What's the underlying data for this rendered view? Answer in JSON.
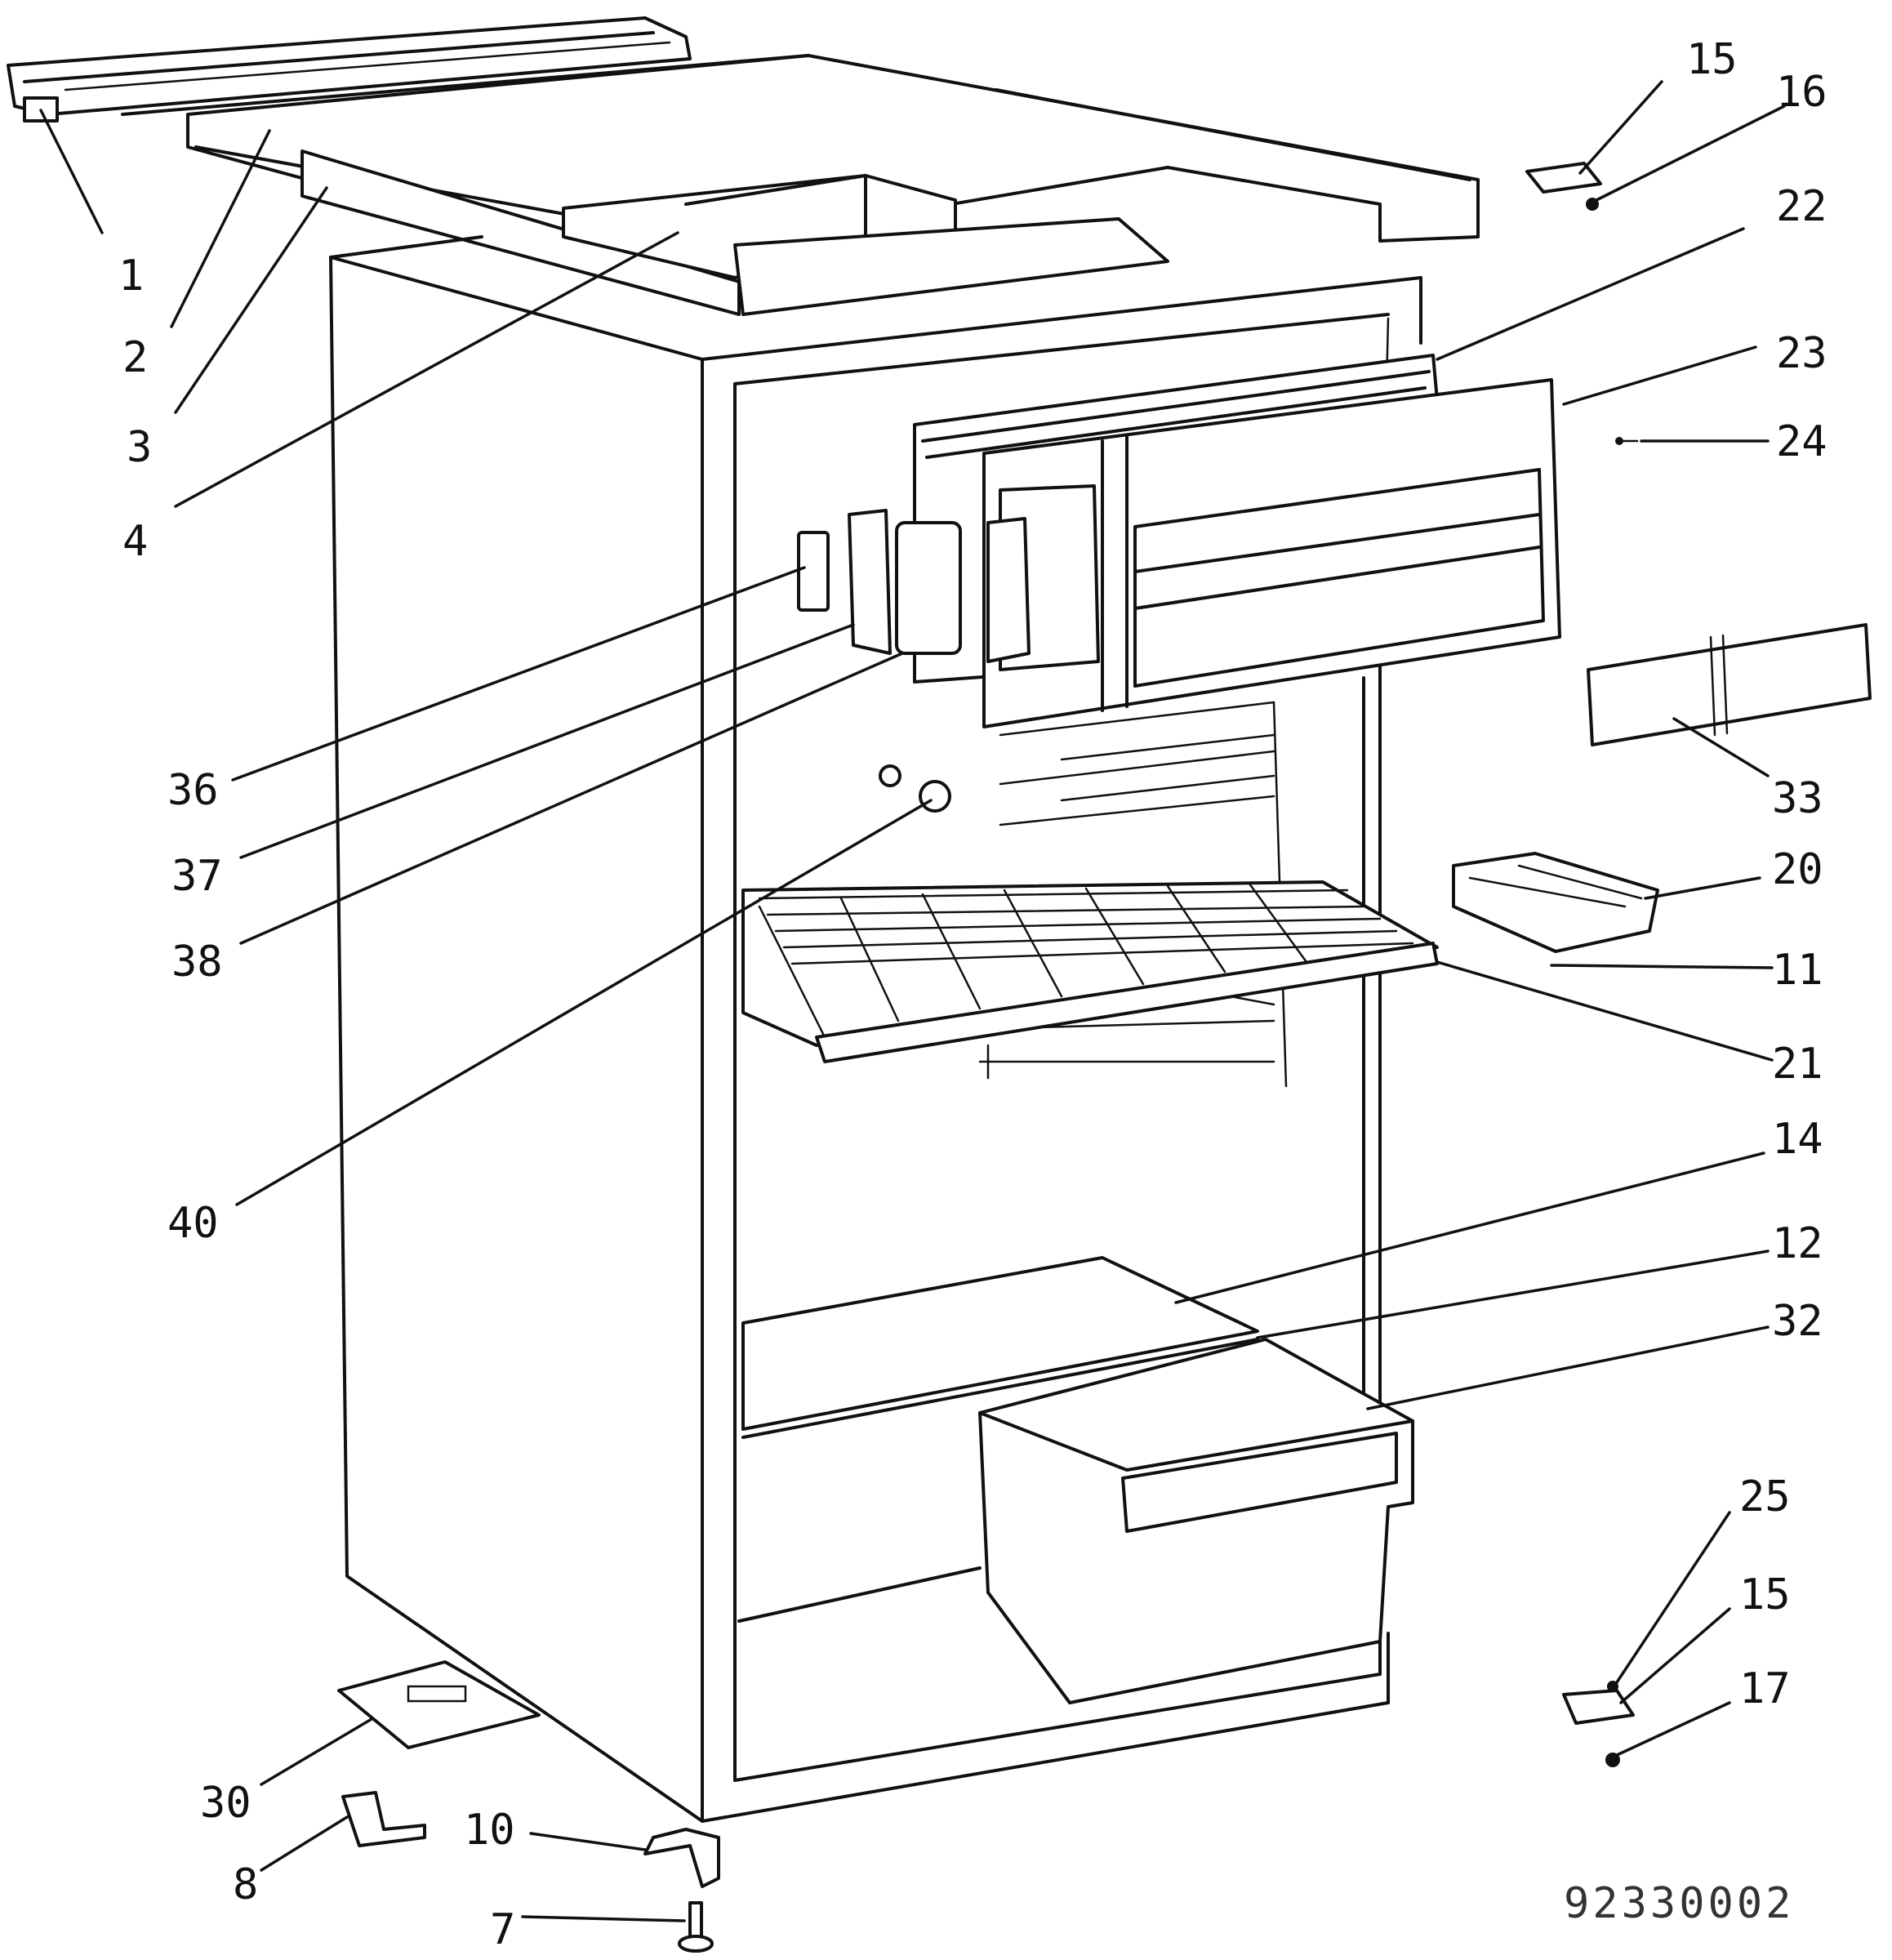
{
  "diagram": {
    "drawing_number": "92330002",
    "callouts": [
      {
        "id": "callout-1",
        "number": "1"
      },
      {
        "id": "callout-2",
        "number": "2"
      },
      {
        "id": "callout-3",
        "number": "3"
      },
      {
        "id": "callout-4",
        "number": "4"
      },
      {
        "id": "callout-15a",
        "number": "15"
      },
      {
        "id": "callout-16",
        "number": "16"
      },
      {
        "id": "callout-22",
        "number": "22"
      },
      {
        "id": "callout-23",
        "number": "23"
      },
      {
        "id": "callout-24",
        "number": "24"
      },
      {
        "id": "callout-33",
        "number": "33"
      },
      {
        "id": "callout-20",
        "number": "20"
      },
      {
        "id": "callout-11",
        "number": "11"
      },
      {
        "id": "callout-21",
        "number": "21"
      },
      {
        "id": "callout-14",
        "number": "14"
      },
      {
        "id": "callout-12",
        "number": "12"
      },
      {
        "id": "callout-32",
        "number": "32"
      },
      {
        "id": "callout-25",
        "number": "25"
      },
      {
        "id": "callout-15b",
        "number": "15"
      },
      {
        "id": "callout-17",
        "number": "17"
      },
      {
        "id": "callout-36",
        "number": "36"
      },
      {
        "id": "callout-37",
        "number": "37"
      },
      {
        "id": "callout-38",
        "number": "38"
      },
      {
        "id": "callout-40",
        "number": "40"
      },
      {
        "id": "callout-30",
        "number": "30"
      },
      {
        "id": "callout-8",
        "number": "8"
      },
      {
        "id": "callout-10",
        "number": "10"
      },
      {
        "id": "callout-7",
        "number": "7"
      }
    ]
  }
}
